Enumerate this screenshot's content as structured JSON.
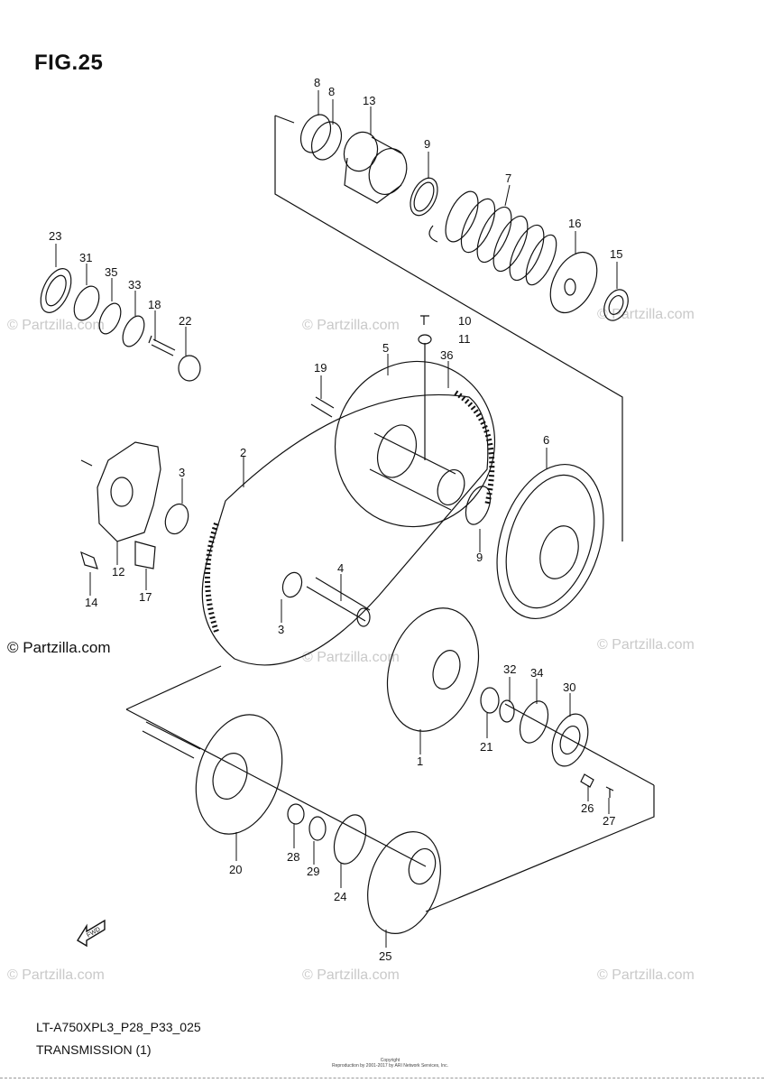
{
  "figure": {
    "title": "FIG.25",
    "code": "LT-A750XPL3_P28_P33_025",
    "subtitle": "TRANSMISSION (1)",
    "copyright_line1": "Copyright",
    "copyright_line2": "Reproduction by 2001-2017 by ARI Network Services, Inc."
  },
  "watermark": {
    "text": "© Partzilla.com",
    "highlight_text": "© Partzilla.com"
  },
  "forward_marker": "FWD",
  "parts": [
    {
      "id": "8a",
      "label": "8"
    },
    {
      "id": "8b",
      "label": "8"
    },
    {
      "id": "13",
      "label": "13"
    },
    {
      "id": "9a",
      "label": "9"
    },
    {
      "id": "7",
      "label": "7"
    },
    {
      "id": "16",
      "label": "16"
    },
    {
      "id": "15",
      "label": "15"
    },
    {
      "id": "23",
      "label": "23"
    },
    {
      "id": "31",
      "label": "31"
    },
    {
      "id": "35",
      "label": "35"
    },
    {
      "id": "33",
      "label": "33"
    },
    {
      "id": "18",
      "label": "18"
    },
    {
      "id": "22",
      "label": "22"
    },
    {
      "id": "10",
      "label": "10"
    },
    {
      "id": "11",
      "label": "11"
    },
    {
      "id": "5",
      "label": "5"
    },
    {
      "id": "36",
      "label": "36"
    },
    {
      "id": "19",
      "label": "19"
    },
    {
      "id": "6",
      "label": "6"
    },
    {
      "id": "2",
      "label": "2"
    },
    {
      "id": "3a",
      "label": "3"
    },
    {
      "id": "9b",
      "label": "9"
    },
    {
      "id": "12",
      "label": "12"
    },
    {
      "id": "14",
      "label": "14"
    },
    {
      "id": "17",
      "label": "17"
    },
    {
      "id": "4",
      "label": "4"
    },
    {
      "id": "3b",
      "label": "3"
    },
    {
      "id": "32",
      "label": "32"
    },
    {
      "id": "34",
      "label": "34"
    },
    {
      "id": "30",
      "label": "30"
    },
    {
      "id": "21",
      "label": "21"
    },
    {
      "id": "1",
      "label": "1"
    },
    {
      "id": "26",
      "label": "26"
    },
    {
      "id": "27",
      "label": "27"
    },
    {
      "id": "20",
      "label": "20"
    },
    {
      "id": "28",
      "label": "28"
    },
    {
      "id": "29",
      "label": "29"
    },
    {
      "id": "24",
      "label": "24"
    },
    {
      "id": "25",
      "label": "25"
    }
  ]
}
